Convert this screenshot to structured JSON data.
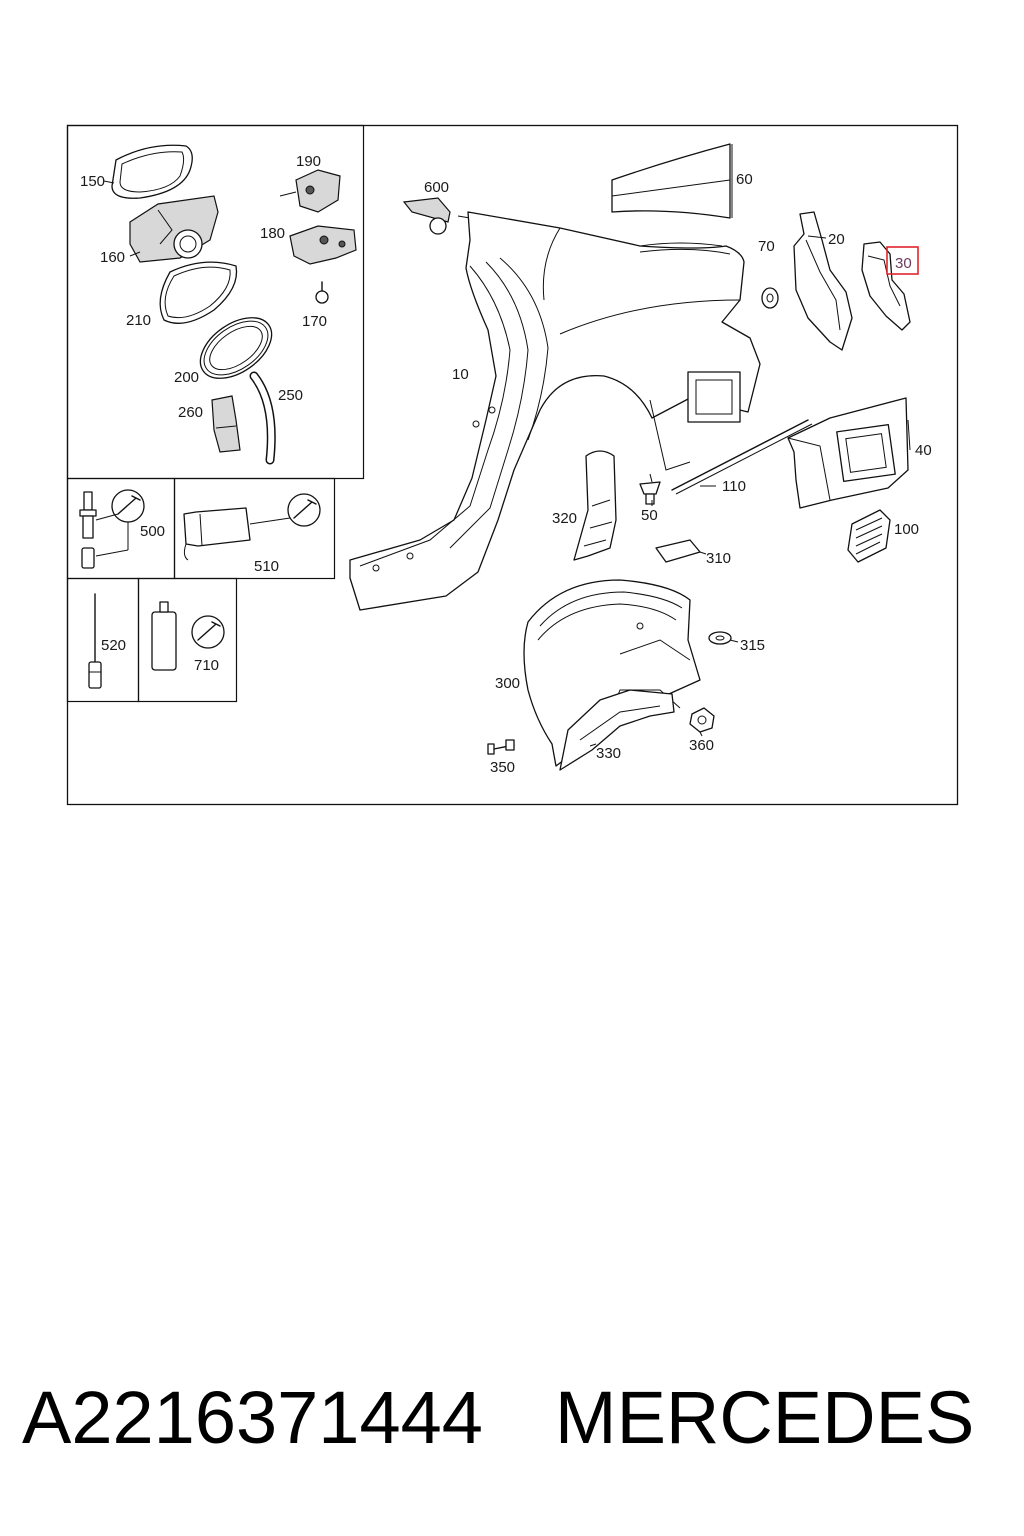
{
  "diagram": {
    "callouts": {
      "c10": "10",
      "c20": "20",
      "c30": "30",
      "c40": "40",
      "c50": "50",
      "c60": "60",
      "c70": "70",
      "c100": "100",
      "c110": "110",
      "c150": "150",
      "c160": "160",
      "c170": "170",
      "c180": "180",
      "c190": "190",
      "c200": "200",
      "c210": "210",
      "c250": "250",
      "c260": "260",
      "c300": "300",
      "c310": "310",
      "c315": "315",
      "c320": "320",
      "c330": "330",
      "c350": "350",
      "c360": "360",
      "c500": "500",
      "c510": "510",
      "c520": "520",
      "c600": "600",
      "c710": "710"
    },
    "highlighted_callout": "30",
    "highlight_color": "#e0242c",
    "line_color": "#111111"
  },
  "footer": {
    "part_number": "A2216371444",
    "brand": "MERCEDES"
  }
}
